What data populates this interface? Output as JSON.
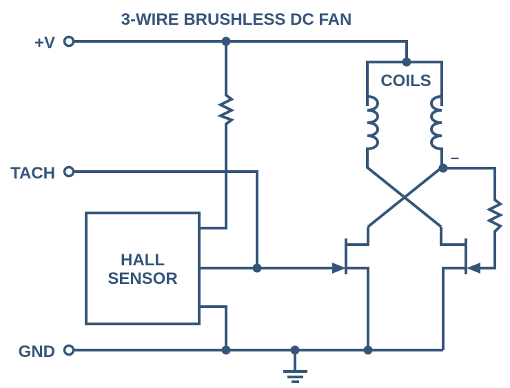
{
  "diagram": {
    "title": "3-WIRE BRUSHLESS DC FAN",
    "colors": {
      "wire": "#36557a",
      "background": "#ffffff"
    },
    "terminals": [
      {
        "id": "vplus",
        "label": "+V"
      },
      {
        "id": "tach",
        "label": "TACH"
      },
      {
        "id": "gnd",
        "label": "GND"
      }
    ],
    "components": {
      "hall_sensor": {
        "label_line1": "HALL",
        "label_line2": "SENSOR"
      },
      "coils": {
        "label": "COILS",
        "count": 2
      },
      "pullup_resistor": {
        "type": "resistor"
      },
      "gate_resistor": {
        "type": "resistor"
      },
      "transistors": [
        {
          "id": "q1",
          "type": "mosfet"
        },
        {
          "id": "q2",
          "type": "mosfet"
        }
      ],
      "ground": {
        "type": "ground-symbol"
      }
    },
    "annotations": {
      "coil_polarity": "–"
    }
  }
}
